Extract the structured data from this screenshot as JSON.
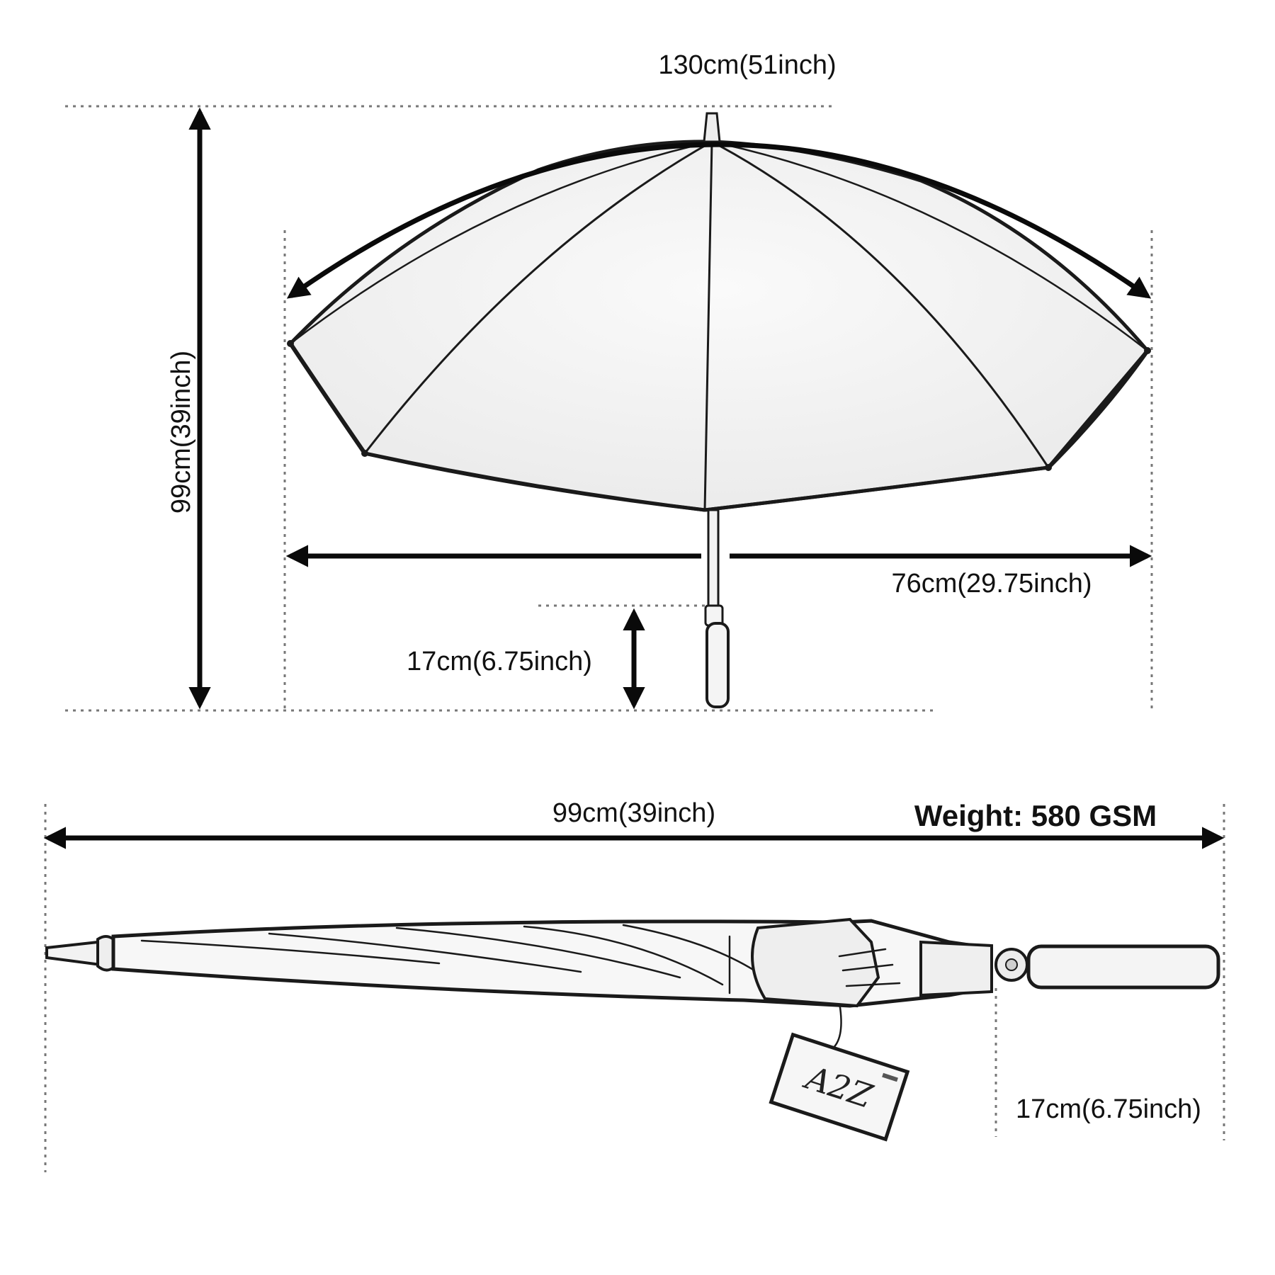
{
  "open_umbrella": {
    "arc_label": "130cm(51inch)",
    "height_label": "99cm(39inch)",
    "width_label": "76cm(29.75inch)",
    "handle_label": "17cm(6.75inch)"
  },
  "closed_umbrella": {
    "length_label": "99cm(39inch)",
    "weight_label": "Weight: 580 GSM",
    "handle_label": "17cm(6.75inch)",
    "tag_logo": "A2Z"
  },
  "colors": {
    "line": "#0a0a0a",
    "guide": "#777777",
    "background": "#ffffff"
  }
}
